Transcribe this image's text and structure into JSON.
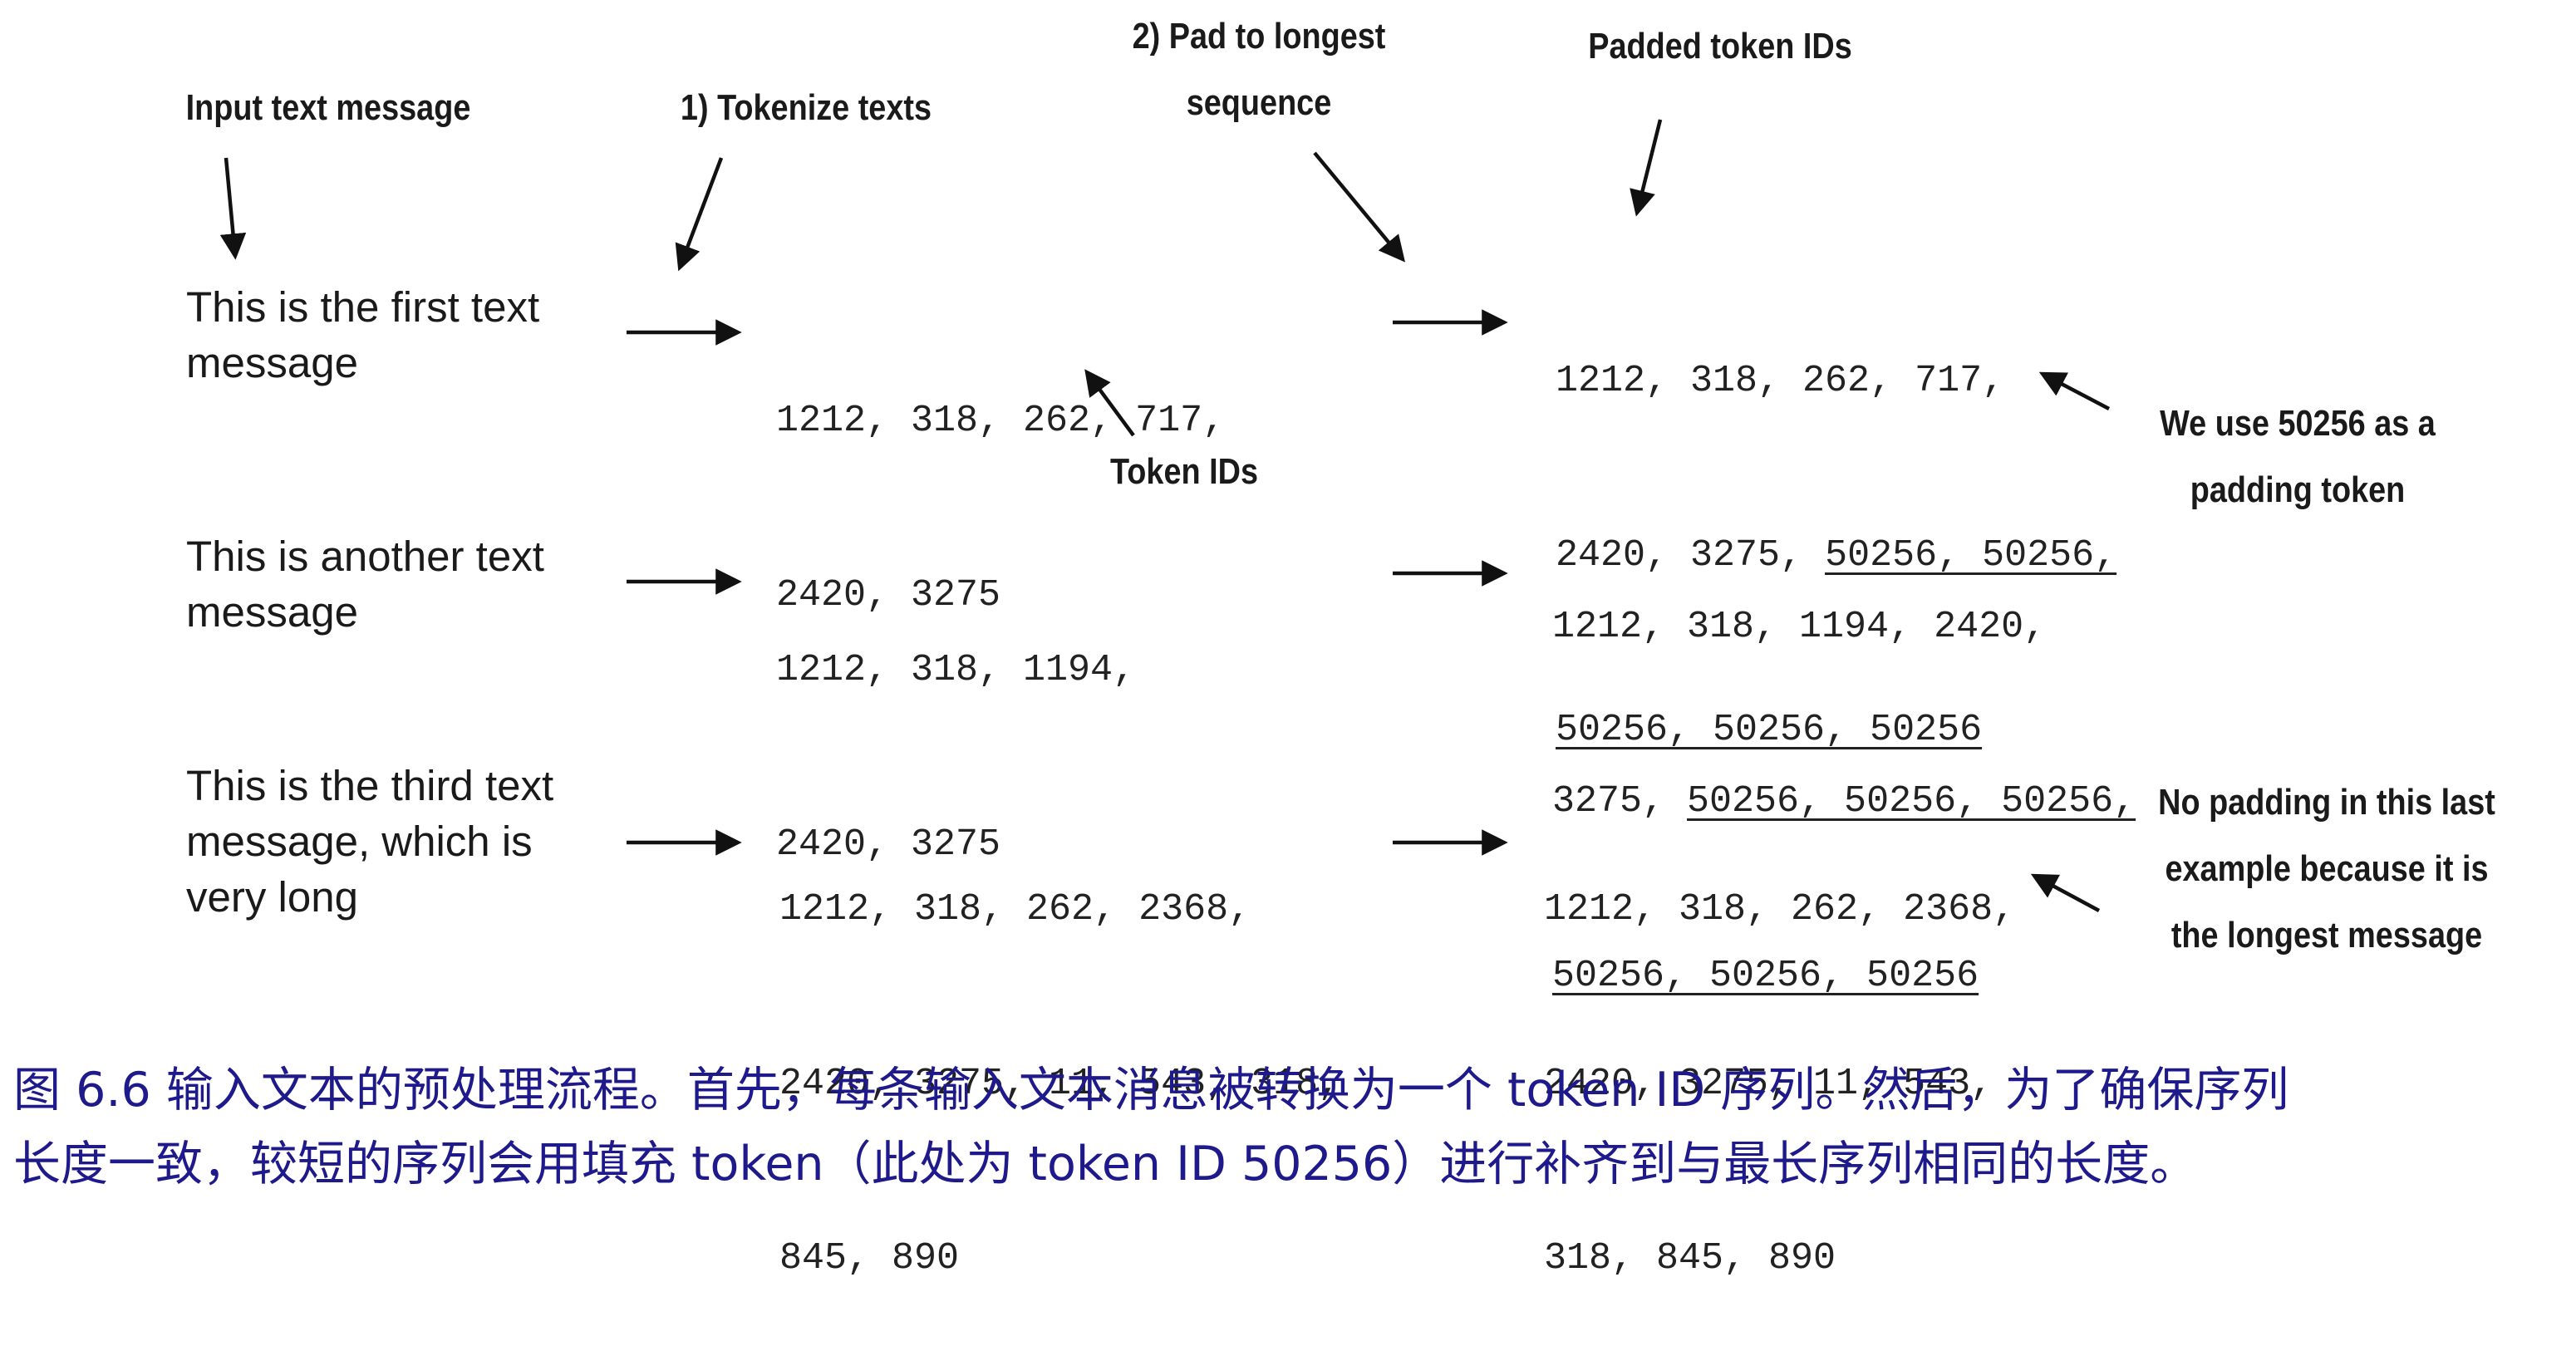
{
  "annotations": {
    "input_text_message": "Input text message",
    "tokenize": "1) Tokenize texts",
    "pad_line1": "2) Pad to longest",
    "pad_line2": "sequence",
    "padded_token_ids": "Padded token IDs",
    "token_ids": "Token IDs",
    "padding_note_line1": "We use 50256 as a",
    "padding_note_line2": "padding token",
    "no_padding_line1": "No padding in this last",
    "no_padding_line2": "example because it is",
    "no_padding_line3": "the longest message"
  },
  "rows": [
    {
      "message": [
        "This is the first text",
        "message"
      ],
      "token_ids": [
        "1212, 318, 262, 717,",
        "2420, 3275"
      ],
      "padded": [
        {
          "plain": "1212, 318, 262, 717,",
          "pad": ""
        },
        {
          "plain": "2420, 3275, ",
          "pad": "50256, 50256,"
        },
        {
          "plain": "",
          "pad": "50256, 50256, 50256"
        }
      ]
    },
    {
      "message": [
        "This is another text",
        "message"
      ],
      "token_ids": [
        "1212, 318, 1194,",
        "2420, 3275"
      ],
      "padded": [
        {
          "plain": "1212, 318, 1194, 2420,",
          "pad": ""
        },
        {
          "plain": "3275, ",
          "pad": "50256, 50256, 50256,"
        },
        {
          "plain": "",
          "pad": "50256, 50256, 50256"
        }
      ]
    },
    {
      "message": [
        "This is the third text",
        "message, which is",
        "very long"
      ],
      "token_ids": [
        "1212, 318, 262, 2368,",
        "2420, 3275, 11, 543, 318,",
        "845, 890"
      ],
      "padded": [
        {
          "plain": "1212, 318, 262, 2368,",
          "pad": ""
        },
        {
          "plain": "2420, 3275, 11, 543,",
          "pad": ""
        },
        {
          "plain": "318, 845, 890",
          "pad": ""
        }
      ]
    }
  ],
  "caption": {
    "line1": "图 6.6 输入文本的预处理流程。首先，每条输入文本消息被转换为一个 token ID 序列。然后，为了确保序列",
    "line2": "长度一致，较短的序列会用填充 token（此处为 token ID 50256）进行补齐到与最长序列相同的长度。"
  },
  "colors": {
    "text": "#1a1a1a",
    "caption": "#1f1a8c"
  }
}
